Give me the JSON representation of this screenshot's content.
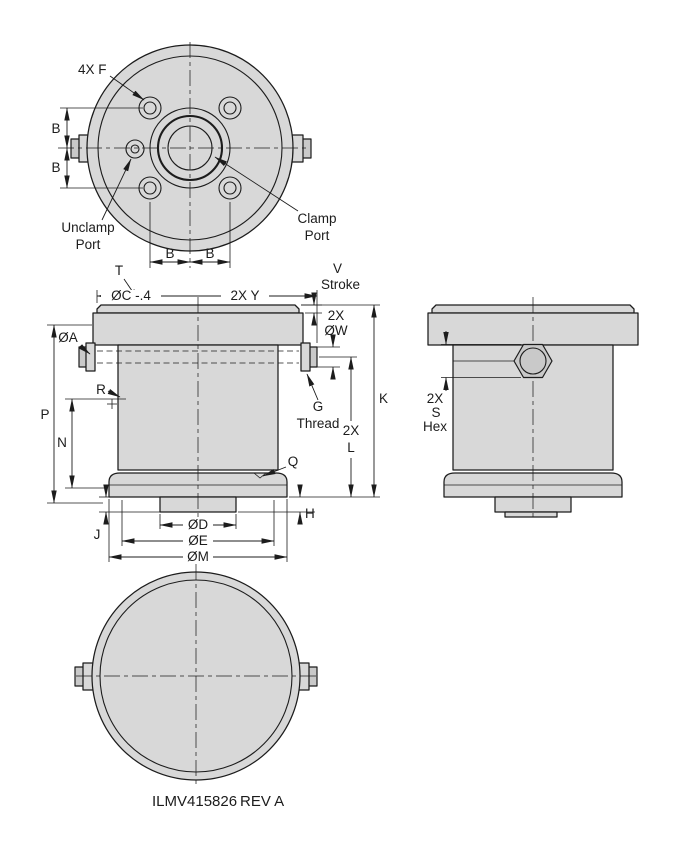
{
  "colors": {
    "bg": "#ffffff",
    "line": "#1c1c1c",
    "metal": "#d8d8d8",
    "metal_dark": "#c9c9c9"
  },
  "top_view": {
    "bolt_label": "4X F",
    "b1": "B",
    "b2": "B",
    "b3": "B",
    "b4": "B",
    "unclamp_1": "Unclamp",
    "unclamp_2": "Port",
    "clamp_1": "Clamp",
    "clamp_2": "Port"
  },
  "front_view": {
    "t": "T",
    "v": "V",
    "stroke": "Stroke",
    "c_dia": "ØC -.4",
    "y_dim": "2X Y",
    "w_qty": "2X",
    "w_dia": "ØW",
    "a_dia": "ØA",
    "r": "R",
    "g": "G",
    "g_thread": "Thread",
    "k": "K",
    "l_qty": "2X",
    "l": "L",
    "p": "P",
    "n": "N",
    "q": "Q",
    "h": "H",
    "j": "J",
    "d_dia": "ØD",
    "e_dia": "ØE",
    "m_dia": "ØM"
  },
  "side_view": {
    "s_qty": "2X",
    "s": "S",
    "s_hex": "Hex"
  },
  "footer": {
    "part_number": "ILMV415826",
    "revision": "REV A"
  }
}
